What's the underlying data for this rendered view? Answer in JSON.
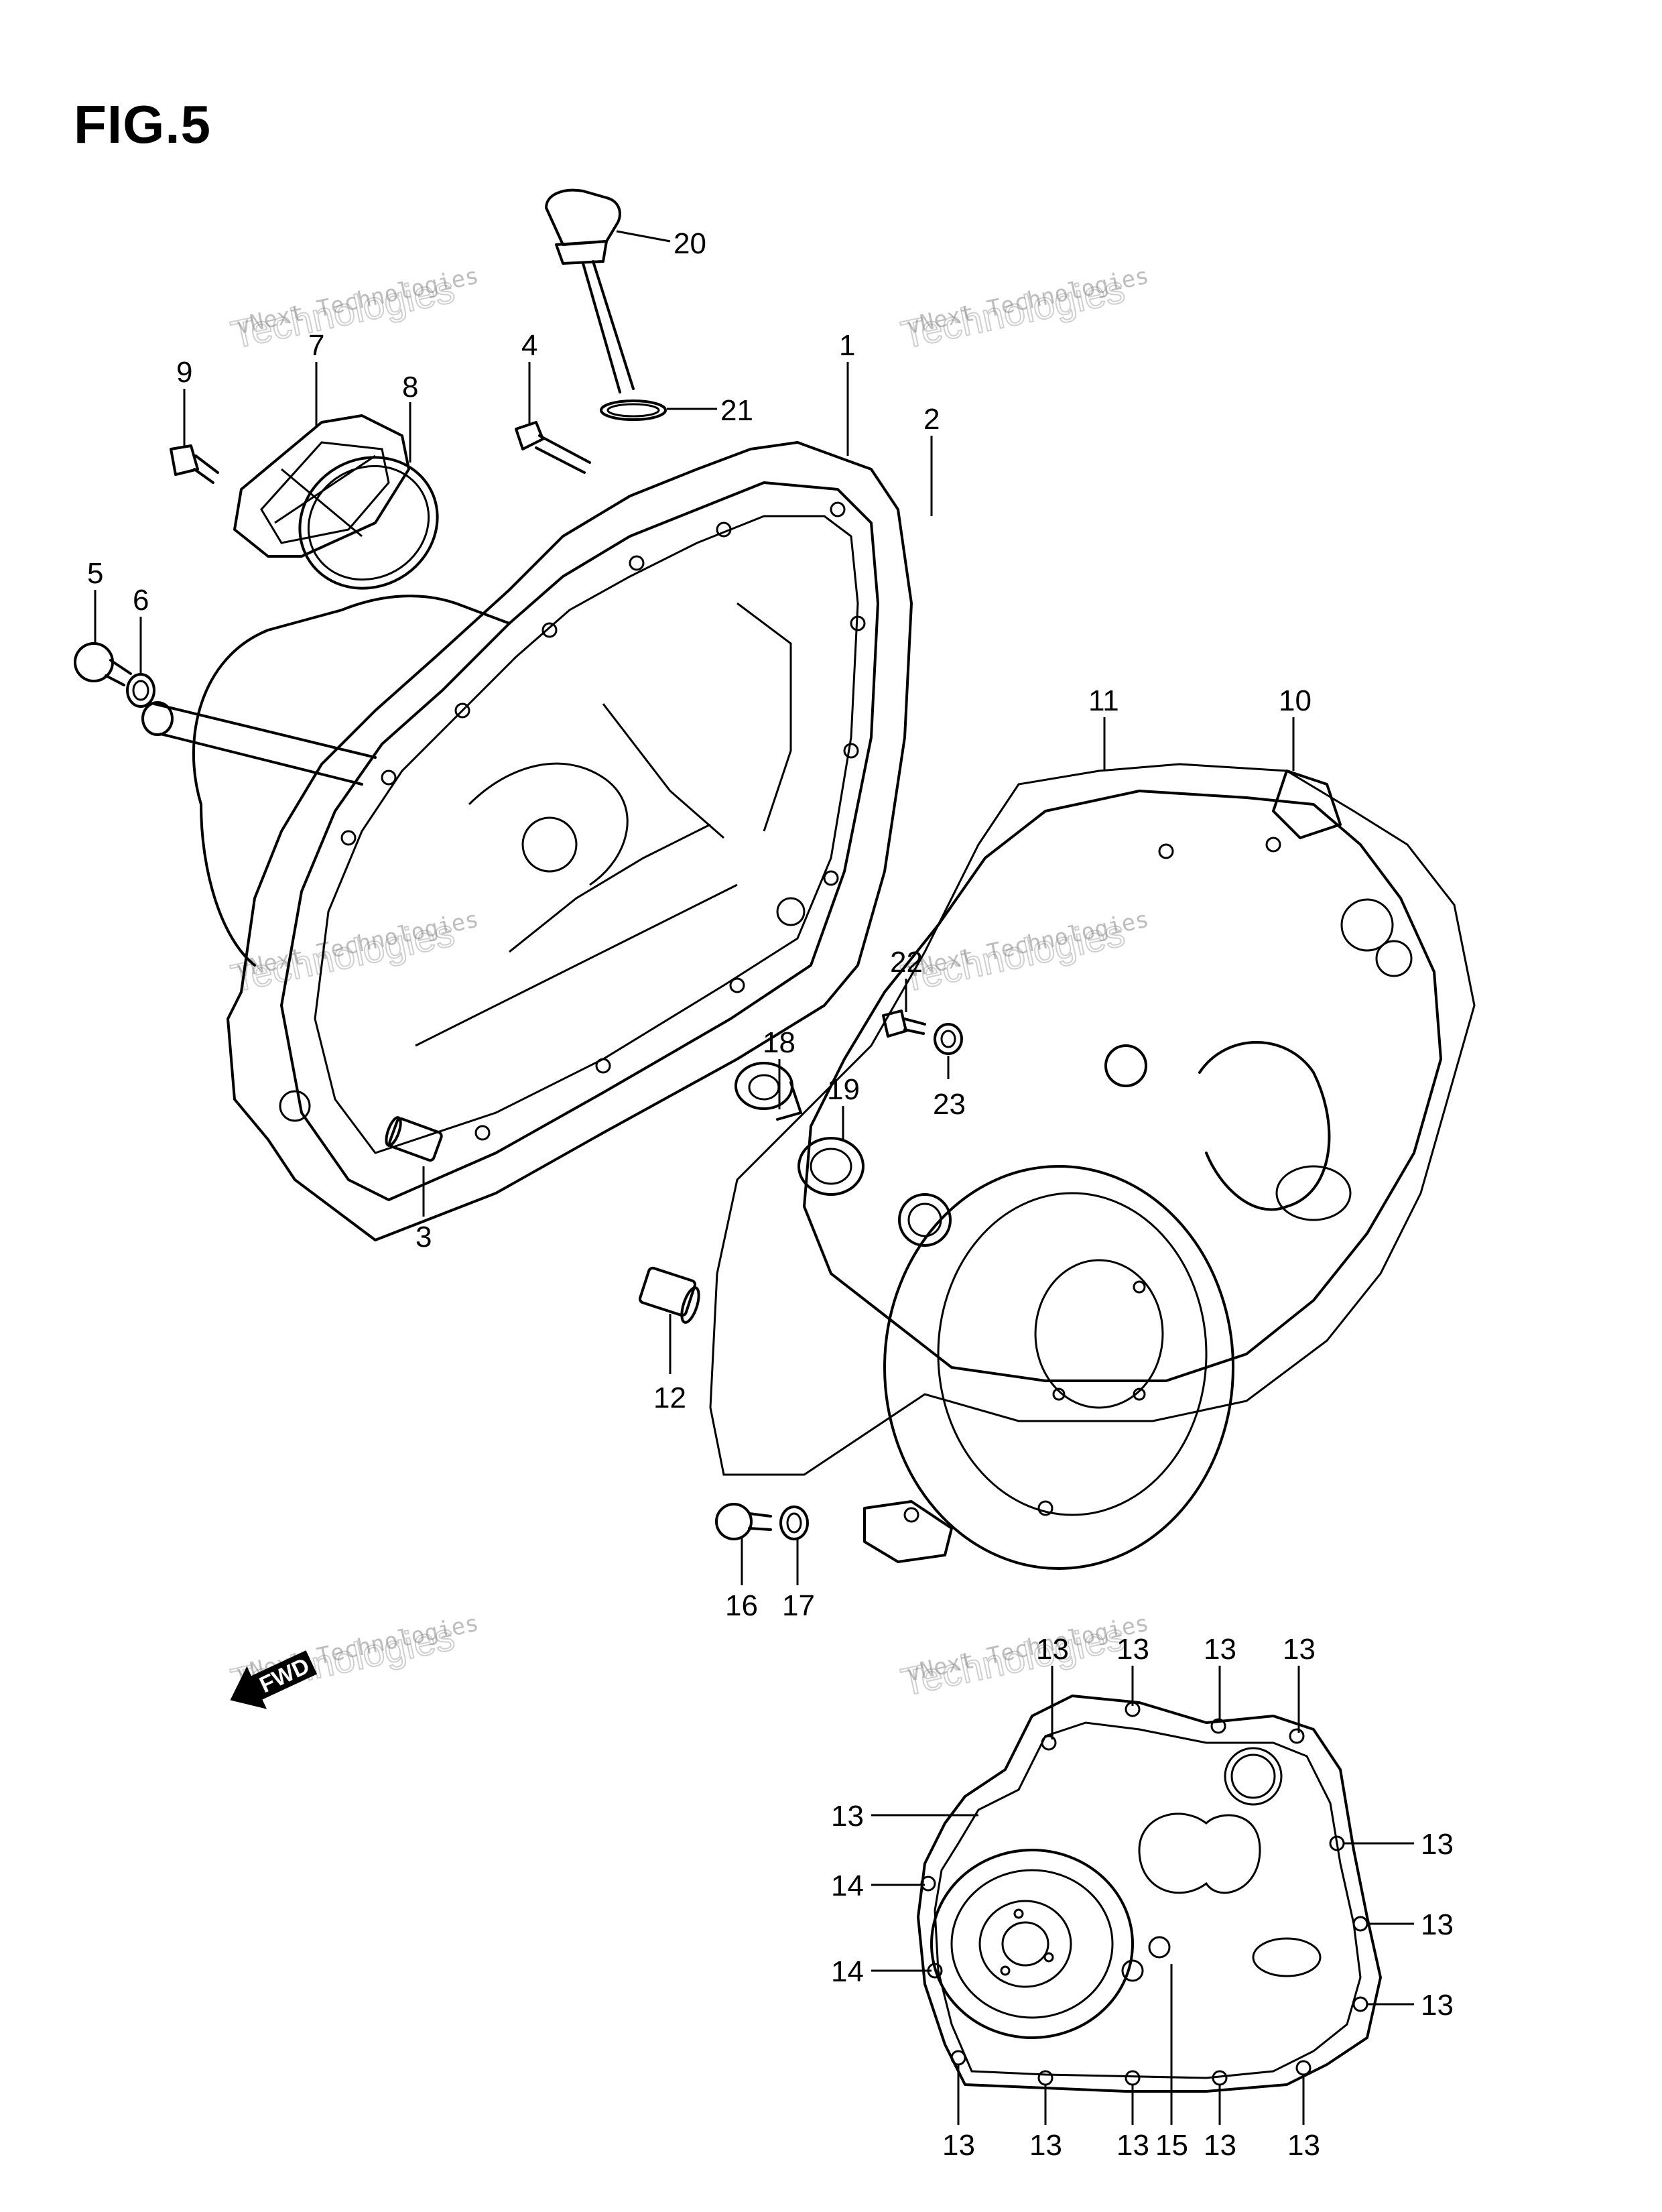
{
  "figure": {
    "title": "FIG.5"
  },
  "watermark": {
    "line1": "vNext Technologies",
    "line2": "Technologies",
    "line3": "vNext"
  },
  "fwd_arrow": {
    "label": "FWD"
  },
  "callouts": {
    "c1": "1",
    "c2": "2",
    "c3": "3",
    "c4": "4",
    "c5": "5",
    "c6": "6",
    "c7": "7",
    "c8": "8",
    "c9": "9",
    "c10": "10",
    "c11": "11",
    "c12": "12",
    "c13": "13",
    "c14": "14",
    "c15": "15",
    "c16": "16",
    "c17": "17",
    "c18": "18",
    "c19": "19",
    "c20": "20",
    "c21": "21",
    "c22": "22",
    "c23": "23"
  }
}
